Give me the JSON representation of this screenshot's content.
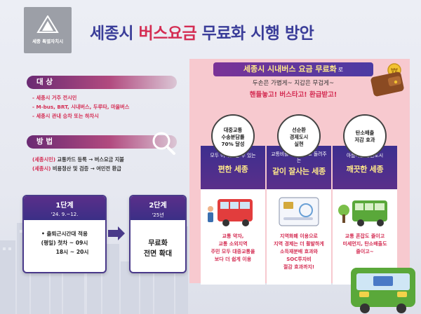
{
  "header": {
    "logo_name": "세종 특별자치시",
    "title_prefix": "세종시",
    "title_accent": "버스요금",
    "title_suffix": "무료화 시행 방안"
  },
  "target": {
    "heading": "대 상",
    "items": [
      {
        "k": "- 세종시 거주 전시민",
        "v": ""
      },
      {
        "k": "- M-bus, BRT, 시내버스, 두루타, 마을버스",
        "v": ""
      },
      {
        "k": "- 세종시 관내 승차 또는 하차시",
        "v": ""
      }
    ]
  },
  "method": {
    "heading": "방 법",
    "items": [
      {
        "k": "(세종시민)",
        "v": " 교통카드 등록 → 버스요금 지불"
      },
      {
        "k": "(세종시)",
        "v": " 비용정산 및 검증 → 여민전 환급"
      }
    ]
  },
  "steps": {
    "step1": {
      "label": "1단계",
      "date": "'24. 9.~12.",
      "lines": [
        "• 출퇴근시간대 적용",
        "(평일) 첫차 ~ 09시",
        "18시 ~ 20시"
      ]
    },
    "step2": {
      "label": "2단계",
      "date": "'25년",
      "lines": [
        "무료화",
        "전면 확대"
      ]
    }
  },
  "panel": {
    "title": "세종시 시내버스 요금 무료화",
    "title_suffix": "로",
    "subtitle": "두손은 가볍게~ 지갑은 무겁게~",
    "slogan": "핸들놓고! 버스타고! 환급받고!",
    "columns": [
      {
        "circle": [
          "대중교통",
          "수송분담률",
          "70% 달성"
        ],
        "t1": "모두 어디든 갈 수 있는",
        "t2": "편한 세종",
        "desc": [
          "교통 약자,",
          "교통 소외지역",
          "주민 모두 대중교통을",
          "보다 더 쉽게 이용"
        ]
      },
      {
        "circle": [
          "선순환",
          "경제도시",
          "실현"
        ],
        "t1": "교통비를 여민전으로 돌려주는",
        "t2": "같이 잘사는 세종",
        "desc": [
          "지역화폐 이용으로",
          "지역 경제는 더 활발하게",
          "소득재분배 효과와",
          "SOC투자비",
          "절감 효과까지!"
        ]
      },
      {
        "circle": [
          "탄소배출",
          "저감 효과",
          ""
        ],
        "t1": "아름다운 정원도시",
        "t2": "깨끗한 세종",
        "desc": [
          "교통 혼잡도 줄이고",
          "미세먼지, 탄소배출도",
          "줄이고~"
        ]
      }
    ]
  },
  "colors": {
    "title_blue": "#3a3d99",
    "accent_red": "#d42d53",
    "panel_pink": "#f7c9cf",
    "purple": "#3d2f8f",
    "highlight_yellow": "#ffe98a"
  },
  "icons": [
    "wallet-icon",
    "search-icon",
    "bus-icon",
    "transit-card-icon",
    "green-bus-icon"
  ]
}
